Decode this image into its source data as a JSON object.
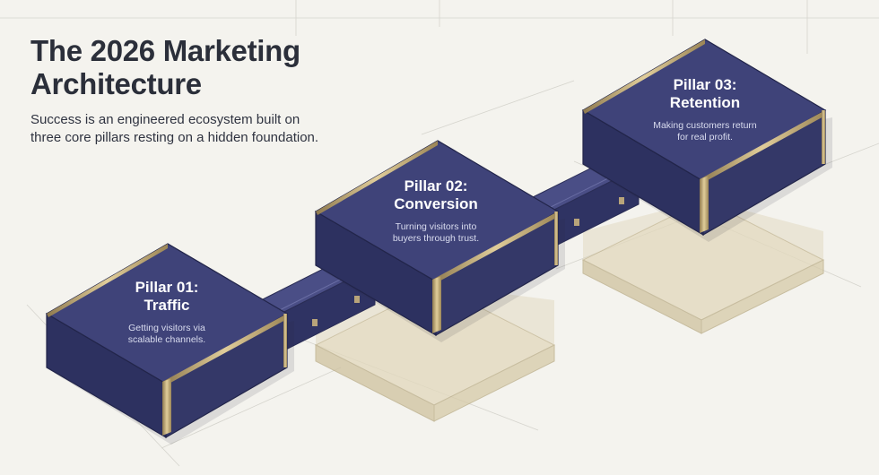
{
  "header": {
    "title_line1": "The 2026 Marketing",
    "title_line2": "Architecture",
    "subtitle_line1": "Success is an engineered ecosystem built on",
    "subtitle_line2": "three core pillars resting on a hidden foundation."
  },
  "pillars": [
    {
      "label_line1": "Pillar 01:",
      "label_line2": "Traffic",
      "desc_line1": "Getting visitors via",
      "desc_line2": "scalable channels."
    },
    {
      "label_line1": "Pillar 02:",
      "label_line2": "Conversion",
      "desc_line1": "Turning visitors into",
      "desc_line2": "buyers through trust."
    },
    {
      "label_line1": "Pillar 03:",
      "label_line2": "Retention",
      "desc_line1": "Making customers return",
      "desc_line2": "for real profit."
    }
  ],
  "colors": {
    "background": "#f4f3ee",
    "box_top": "#3f4379",
    "box_side": "#343868",
    "box_front": "#2d3160",
    "gold_trim": "#b8a47a",
    "foundation": "#d8cdae"
  }
}
